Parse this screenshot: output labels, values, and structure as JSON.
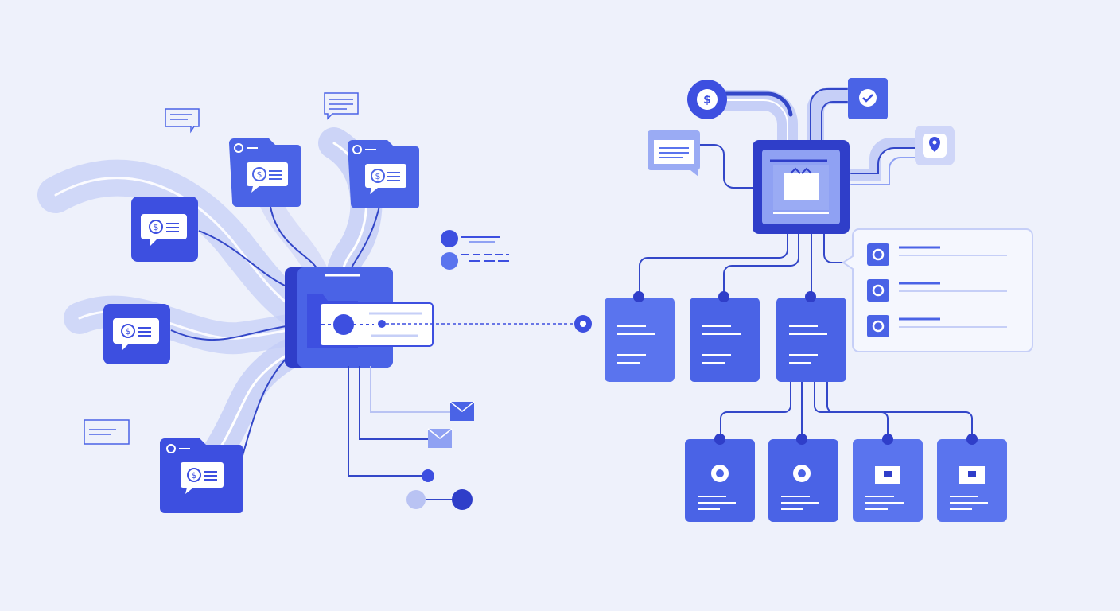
{
  "colors": {
    "background": "#eef1fb",
    "primary": "#3d4fe0",
    "primary_dark": "#2f3ec9",
    "mid": "#5a74ee",
    "light": "#8fa1f3",
    "pale": "#c6cff7",
    "white": "#ffffff",
    "line": "#3347c8"
  },
  "left_cluster": {
    "hub_icon": "folder-icon",
    "payment_cards": [
      {
        "icon": "dollar-message-icon",
        "style": "filled"
      },
      {
        "icon": "dollar-message-icon",
        "style": "filled"
      },
      {
        "icon": "dollar-message-icon",
        "style": "filled"
      },
      {
        "icon": "dollar-message-icon",
        "style": "folder-window"
      },
      {
        "icon": "dollar-message-icon",
        "style": "folder-window"
      },
      {
        "icon": "dollar-message-icon",
        "style": "folder-window"
      }
    ],
    "outputs": [
      "mail-icon",
      "mail-icon",
      "dot-node-icon",
      "dot-node-icon"
    ]
  },
  "right_cluster": {
    "hub_icon": "basket-icon",
    "top_icons": [
      "dollar-icon",
      "checkmark-icon",
      "location-pin-icon",
      "message-icon"
    ],
    "mid_cards": 3,
    "bottom_cards": [
      "ring",
      "ring",
      "image",
      "image"
    ],
    "list_panel_rows": 3
  }
}
